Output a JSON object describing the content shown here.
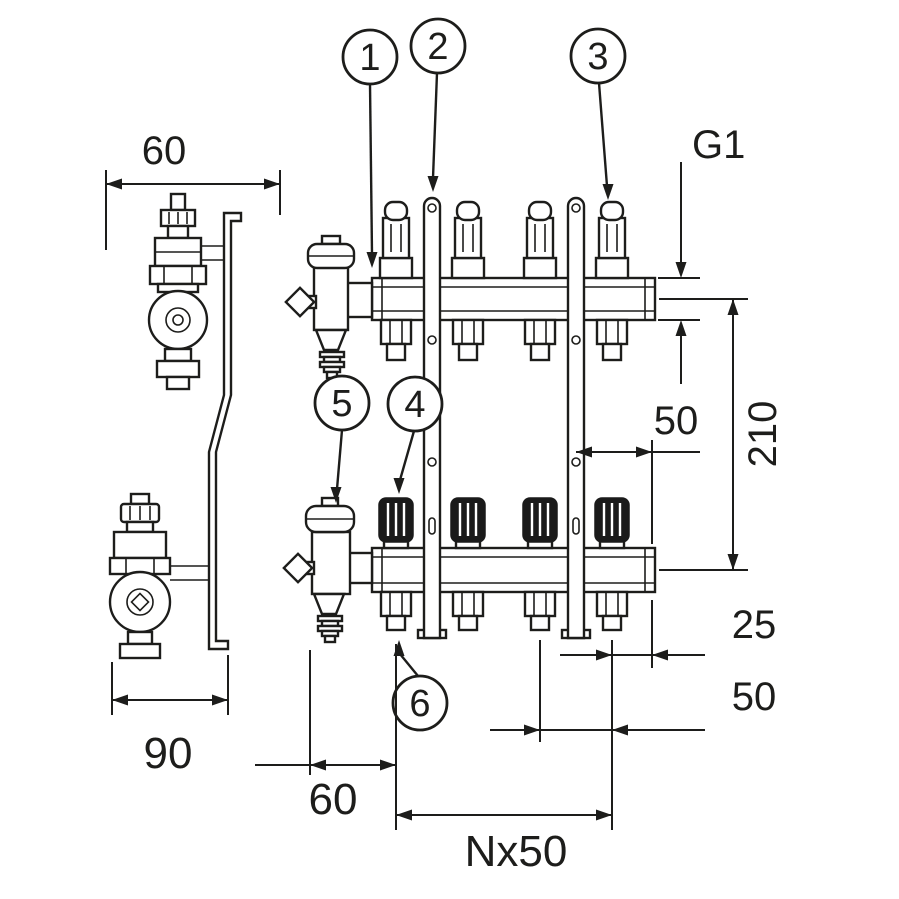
{
  "drawing": {
    "kind": "technical-dimension-drawing",
    "subject": "heating-manifold-with-flow-meters",
    "colors": {
      "line": "#1d1d1b",
      "background": "#ffffff",
      "valve_cap": "#1a1a1a"
    },
    "callouts": [
      {
        "label": "1"
      },
      {
        "label": "2"
      },
      {
        "label": "3"
      },
      {
        "label": "4"
      },
      {
        "label": "5"
      },
      {
        "label": "6"
      }
    ],
    "dimensions": {
      "side_depth": "60",
      "side_width": "90",
      "connection_thread": "G1",
      "manifold_axis_height": "210",
      "bracket_to_end": "50",
      "last_outlet_to_end": "25",
      "outlet_spacing": "50",
      "first_outlet_offset": "60",
      "total_length": "Nx50"
    }
  }
}
